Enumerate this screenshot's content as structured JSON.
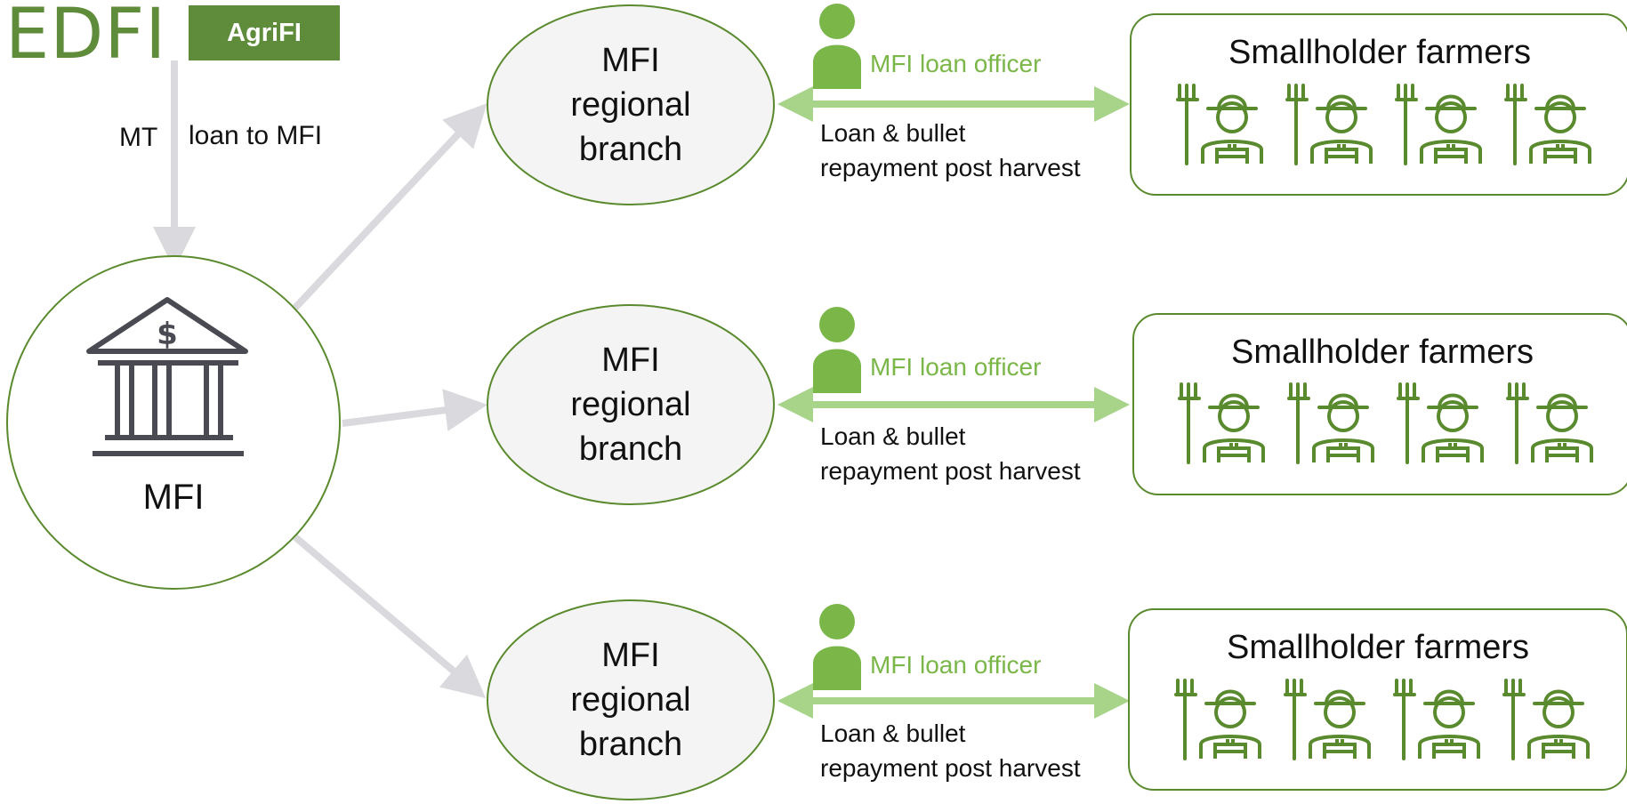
{
  "logo": {
    "edfi": "EDFI",
    "agrifi": "AgriFI"
  },
  "funding": {
    "mt": "MT",
    "loan": "loan to MFI"
  },
  "mfi": {
    "label": "MFI",
    "icon": "bank-icon"
  },
  "branches": [
    {
      "line1": "MFI",
      "line2": "regional",
      "line3": "branch"
    },
    {
      "line1": "MFI",
      "line2": "regional",
      "line3": "branch"
    },
    {
      "line1": "MFI",
      "line2": "regional",
      "line3": "branch"
    }
  ],
  "officers": [
    {
      "label": "MFI loan officer",
      "icon": "person-icon"
    },
    {
      "label": "MFI loan officer",
      "icon": "person-icon"
    },
    {
      "label": "MFI loan officer",
      "icon": "person-icon"
    }
  ],
  "flows": [
    {
      "line1": "Loan & bullet",
      "line2": "repayment post harvest"
    },
    {
      "line1": "Loan & bullet",
      "line2": "repayment post harvest"
    },
    {
      "line1": "Loan & bullet",
      "line2": "repayment post harvest"
    }
  ],
  "farmer_groups": [
    {
      "title": "Smallholder farmers",
      "icon": "farmer-with-pitchfork-icon"
    },
    {
      "title": "Smallholder farmers",
      "icon": "farmer-with-pitchfork-icon"
    },
    {
      "title": "Smallholder farmers",
      "icon": "farmer-with-pitchfork-icon"
    }
  ],
  "colors": {
    "brand_green": "#5f8c3b",
    "outline_green": "#5a8a2e",
    "officer_green": "#7ab648",
    "arrow_green": "#a8d48a",
    "connector_grey": "#d9d9de",
    "icon_grey": "#4a4a52",
    "branch_fill": "#f4f4f4"
  }
}
